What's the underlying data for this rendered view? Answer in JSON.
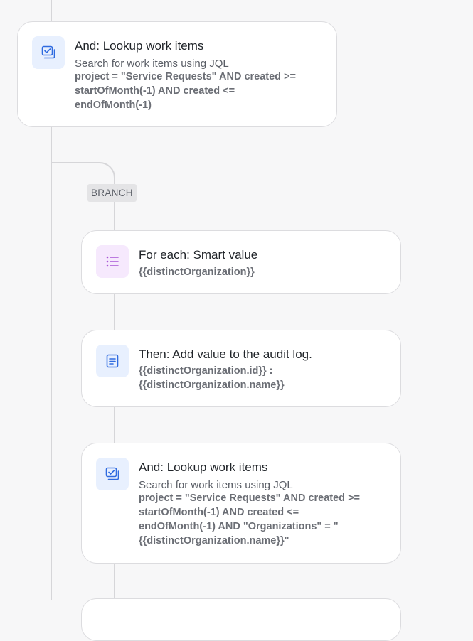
{
  "steps": [
    {
      "title": "And: Lookup work items",
      "subtitle": "Search for work items using JQL",
      "detail": "project = \"Service Requests\" AND created >=\nstartOfMonth(-1) AND created <=\nendOfMonth(-1)",
      "icon": "lookup-icon"
    },
    {
      "title": "For each: Smart value",
      "detail": "{{distinctOrganization}}",
      "icon": "list-icon"
    },
    {
      "title": "Then: Add value to the audit log.",
      "detail": "{{distinctOrganization.id}} :\n{{distinctOrganization.name}}",
      "icon": "audit-log-icon"
    },
    {
      "title": "And: Lookup work items",
      "subtitle": "Search for work items using JQL",
      "detail": "project = \"Service Requests\" AND created >=\nstartOfMonth(-1) AND created <=\nendOfMonth(-1) AND \"Organizations\" = \"\n{{distinctOrganization.name}}\"",
      "icon": "lookup-icon"
    }
  ],
  "branch_label": "BRANCH",
  "colors": {
    "icon_blue": "#2f6be0",
    "icon_purple": "#a855d6",
    "connector": "#d6d6d9"
  }
}
